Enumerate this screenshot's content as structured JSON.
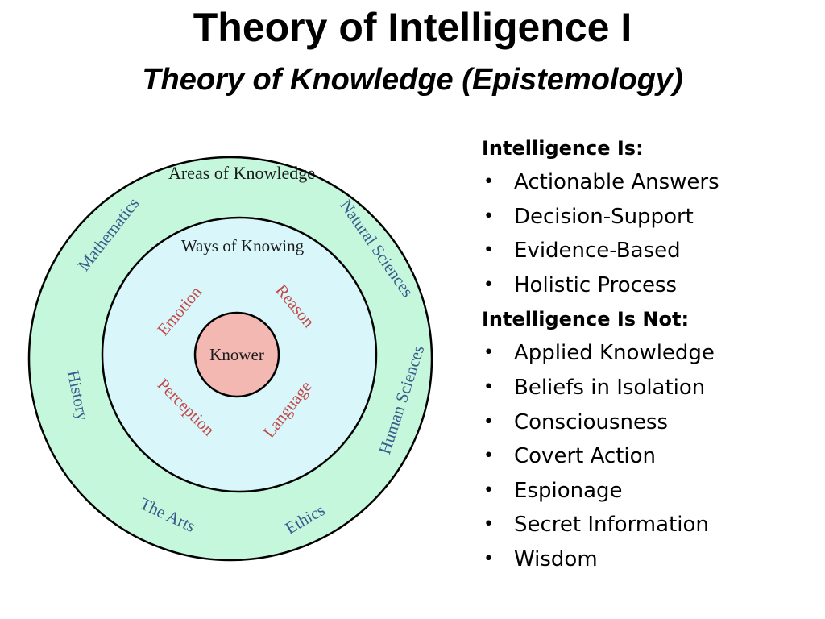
{
  "slide": {
    "title": "Theory of Intelligence I",
    "subtitle": "Theory of Knowledge (Epistemology)"
  },
  "diagram": {
    "colors": {
      "outer_ring": "#c5f7dc",
      "inner_circle": "#d9f7fb",
      "center": "#f4b8b3",
      "outline": "#000000",
      "areas_text": "#3a5a8c",
      "ways_text": "#c24a4a",
      "label_text": "#1a1a1a"
    },
    "outer_label": "Areas of Knowledge",
    "inner_label": "Ways of Knowing",
    "center_label": "Knower",
    "areas": [
      "Mathematics",
      "Natural Sciences",
      "History",
      "Human Sciences",
      "The Arts",
      "Ethics"
    ],
    "ways": [
      "Emotion",
      "Reason",
      "Perception",
      "Language"
    ]
  },
  "list": {
    "is_heading": "Intelligence Is:",
    "is_items": [
      "Actionable Answers",
      "Decision-Support",
      "Evidence-Based",
      "Holistic Process"
    ],
    "is_not_heading": "Intelligence Is Not:",
    "is_not_items": [
      "Applied Knowledge",
      "Beliefs in Isolation",
      "Consciousness",
      "Covert Action",
      "Espionage",
      "Secret Information",
      "Wisdom"
    ]
  }
}
